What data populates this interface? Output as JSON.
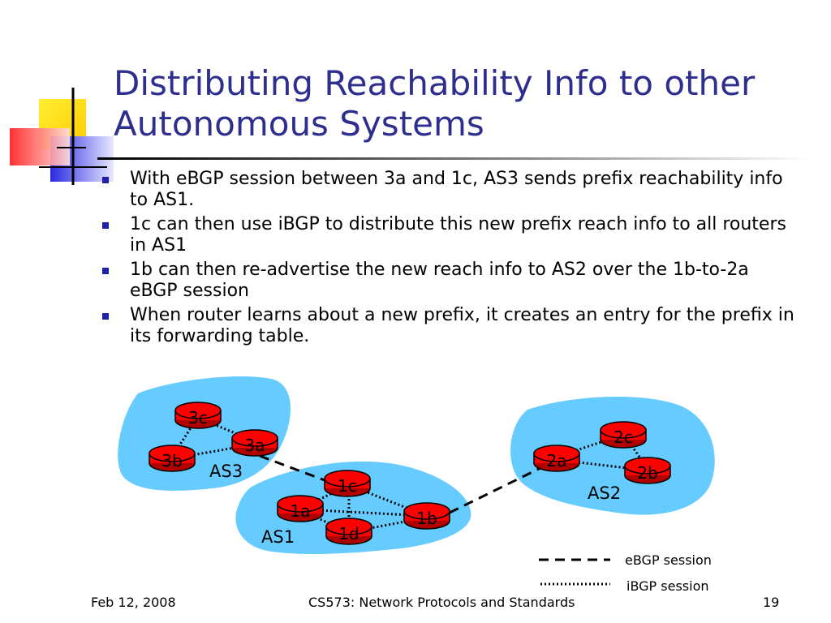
{
  "slide": {
    "title_line1": "Distributing Reachability Info to other",
    "title_line2": "Autonomous Systems",
    "bullets": [
      "With eBGP session between 3a and 1c, AS3 sends prefix reachability info to AS1.",
      "1c can then use iBGP to distribute this new prefix reach info to all routers in AS1",
      "1b can then re-advertise the new reach info to AS2 over the 1b-to-2a eBGP session",
      "When router learns about a new prefix, it creates an entry for the prefix in its forwarding table."
    ]
  },
  "diagram": {
    "autonomous_systems": [
      "AS3",
      "AS1",
      "AS2"
    ],
    "routers": {
      "r3c": "3c",
      "r3a": "3a",
      "r3b": "3b",
      "r1c": "1c",
      "r1a": "1a",
      "r1b": "1b",
      "r1d": "1d",
      "r2c": "2c",
      "r2a": "2a",
      "r2b": "2b"
    },
    "legend": {
      "ebgp": "eBGP session",
      "ibgp": "iBGP session"
    }
  },
  "colors": {
    "title": "#2e2e8f",
    "cloud": "#66ccff",
    "router": "#ff0000",
    "bullet": "#1f1fa8"
  },
  "footer": {
    "date": "Feb 12, 2008",
    "course": "CS573: Network Protocols and Standards",
    "page": "19"
  }
}
